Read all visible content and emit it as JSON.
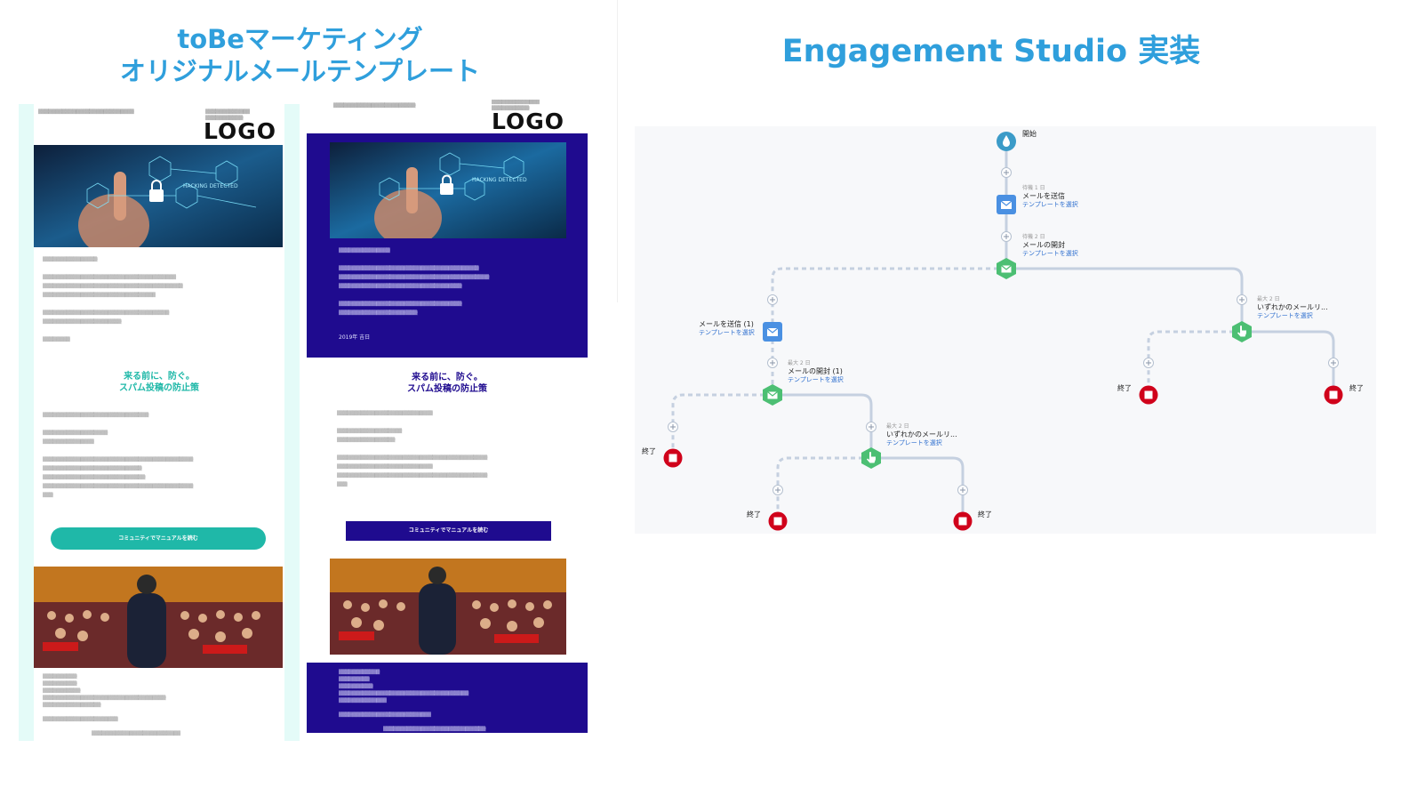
{
  "left": {
    "title_line1": "toBeマーケティング",
    "title_line2": "オリジナルメールテンプレート"
  },
  "right": {
    "title": "Engagement Studio 実装"
  },
  "template_a": {
    "logo": "LOGO",
    "headline_line1": "来る前に、防ぐ。",
    "headline_line2": "スパム投稿の防止策",
    "cta": "コミュニティでマニュアルを読む"
  },
  "template_b": {
    "logo": "LOGO",
    "headline_line1": "来る前に、防ぐ。",
    "headline_line2": "スパム投稿の防止策",
    "cta": "コミュニティでマニュアルを読む",
    "date": "2019年 吉日"
  },
  "flow": {
    "start": "開始",
    "end": "終了",
    "template_link": "テンプレートを選択",
    "wait1": "待機 1 日",
    "send_email": "メールを送信",
    "wait2": "待機 2 日",
    "email_open": "メールの開封",
    "max2_a": "最大 2 日",
    "any_email_a": "いずれかのメールリ...",
    "send_email_1": "メールを送信 (1)",
    "max2_b": "最大 2 日",
    "email_open_1": "メールの開封 (1)",
    "max2_c": "最大 2 日",
    "any_email_c": "いずれかのメールリ..."
  },
  "colors": {
    "title_blue": "#2f9fdc",
    "teal": "#1fb8a8",
    "navy": "#1f0b8f",
    "node_blue": "#4a90e2",
    "node_green": "#4cbf73",
    "node_teal": "#3b9bc8",
    "end_red": "#d0021b"
  }
}
